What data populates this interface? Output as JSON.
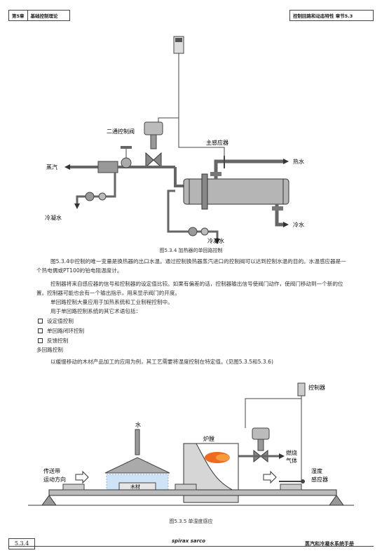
{
  "header": {
    "section": "第5章",
    "chapter_title": "基础控制理论",
    "right_title": "控制回路和动态特性 章节5.3"
  },
  "fig1": {
    "caption": "图5.3.4 加热器的单回路控制",
    "labels": {
      "valve": "二通控制阀",
      "sensor": "主感应器",
      "steam": "蒸汽",
      "hot_water": "热水",
      "condensate_left": "冷凝水",
      "condensate_bottom": "冷凝水",
      "cold_water": "冷水"
    }
  },
  "text": {
    "p1": "图5.3.4中控制的唯一变量是换热器的出口水温。通过控制换热器蒸汽进口的控制阀可以达到控制水温的目的。水温感应器是一个热电偶或PT100的铂电阻温度计。",
    "p2": "控制器将来自感应器的信号和控制器的设定值比较。如果有偏差的话，控制器输出信号使阀门动作，使阀门移动到一个新的位置。控制器可能也会有一个输出指示，用来显示阀门的开度。",
    "p3": "单回路控制大量应用于加热系统和工业制程控制中。",
    "p4": "用于单回路控制系统的其它术语包括：",
    "bullets": [
      "设定值控制",
      "单回路闭环控制",
      "反馈控制"
    ],
    "subhead": "多回路控制",
    "p5": "以缓慢移动的木材产品加工的应用为例，其工艺需要将湿度控制在特定值。(见图5.3.5和5.3.6)"
  },
  "fig2": {
    "caption": "图5.3.5 单湿度感应",
    "labels": {
      "controller": "控制器",
      "water": "水",
      "kiln": "炉膛",
      "burner_gas": "燃烧气体",
      "conveyor": "传送带运动方向",
      "humidity_sensor": "湿度感应器",
      "wood": "木材"
    }
  },
  "footer": {
    "page": "5.3.4",
    "brand": "spirax sarco",
    "book": "蒸汽和冷凝水系统手册"
  }
}
